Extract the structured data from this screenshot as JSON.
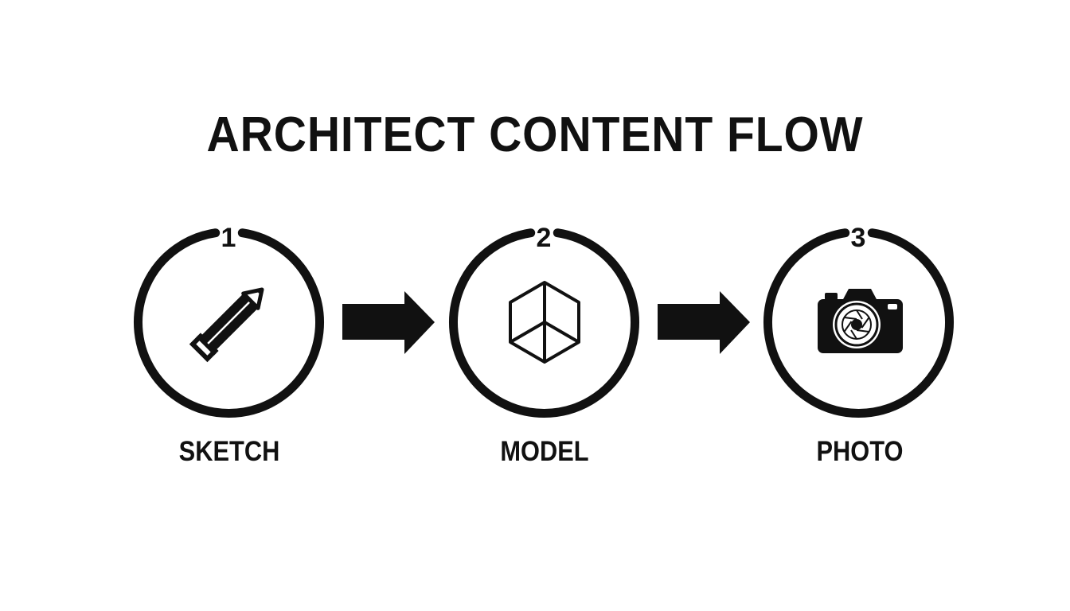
{
  "title": "ARCHITECT CONTENT FLOW",
  "steps": [
    {
      "number": "1",
      "label": "SKETCH",
      "icon": "pencil-icon"
    },
    {
      "number": "2",
      "label": "MODEL",
      "icon": "cube-icon"
    },
    {
      "number": "3",
      "label": "PHOTO",
      "icon": "camera-icon"
    }
  ],
  "connectors": [
    "arrow-right-icon",
    "arrow-right-icon"
  ],
  "colors": {
    "foreground": "#111111",
    "background": "#ffffff"
  }
}
